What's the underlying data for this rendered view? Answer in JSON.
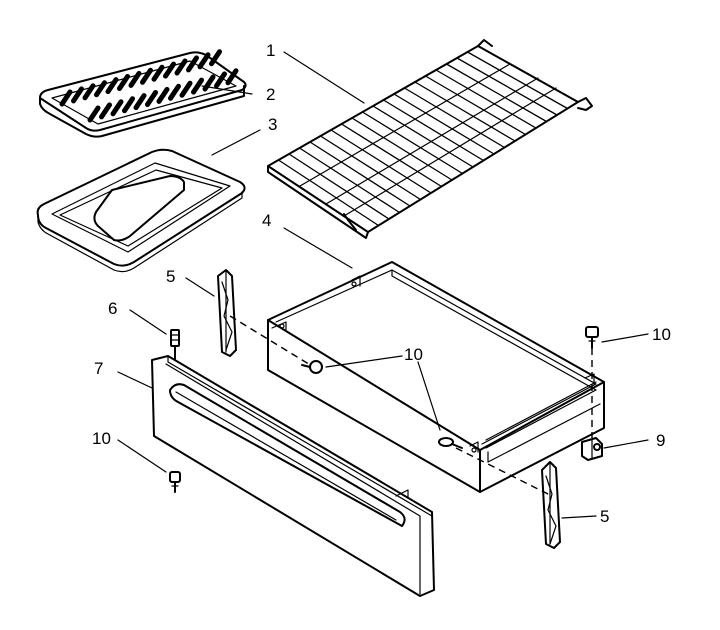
{
  "callouts": [
    {
      "id": "c1",
      "text": "1"
    },
    {
      "id": "c2",
      "text": "2"
    },
    {
      "id": "c3",
      "text": "3"
    },
    {
      "id": "c4",
      "text": "4"
    },
    {
      "id": "c5a",
      "text": "5"
    },
    {
      "id": "c5b",
      "text": "5"
    },
    {
      "id": "c6",
      "text": "6"
    },
    {
      "id": "c7",
      "text": "7"
    },
    {
      "id": "c9",
      "text": "9"
    },
    {
      "id": "c10a",
      "text": "10"
    },
    {
      "id": "c10b",
      "text": "10"
    },
    {
      "id": "c10c",
      "text": "10"
    },
    {
      "id": "c10d",
      "text": "10"
    }
  ]
}
